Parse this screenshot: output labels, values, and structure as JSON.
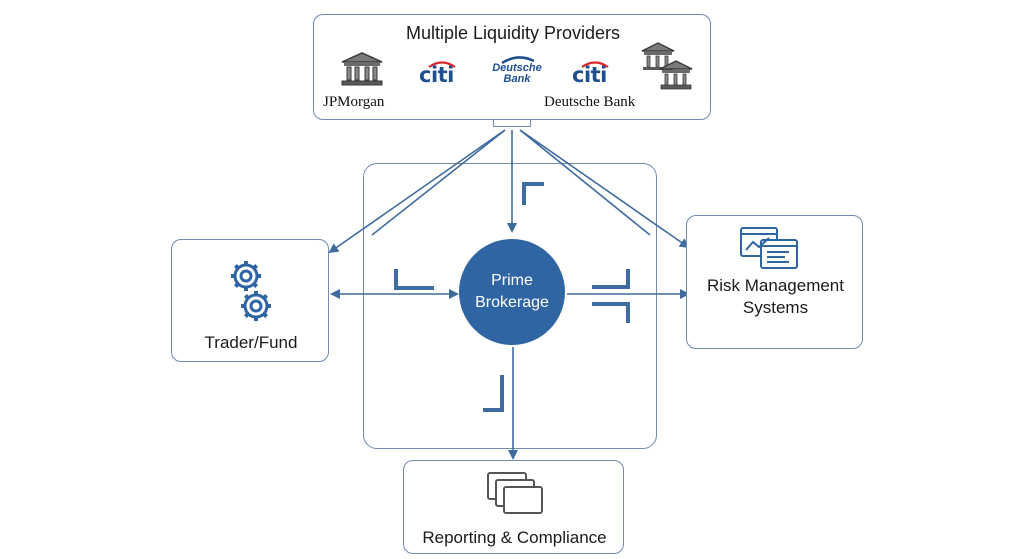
{
  "liquidity_providers": {
    "title": "Multiple Liquidity Providers",
    "logos": {
      "jpmorgan": "JPMorgan",
      "citi_1": "citi",
      "deutsche_logo": "Deutsche Bank",
      "citi_2": "citi",
      "deutsche_name": "Deutsche Bank"
    },
    "icons": [
      "bank-building-icon",
      "bank-buildings-stack-icon"
    ]
  },
  "prime_brokerage": {
    "label": "Prime Brokerage"
  },
  "trader_fund": {
    "label": "Trader/Fund",
    "icon": "gears-icon"
  },
  "risk_management": {
    "label": "Risk Management Systems",
    "icon": "dashboard-screens-icon"
  },
  "reporting": {
    "label": "Reporting & Compliance",
    "icon": "stacked-documents-icon"
  },
  "colors": {
    "accent": "#2f65a2",
    "line": "#3f6c9f",
    "border": "#6f8bb0",
    "logo_blue": "#1d4f91"
  }
}
